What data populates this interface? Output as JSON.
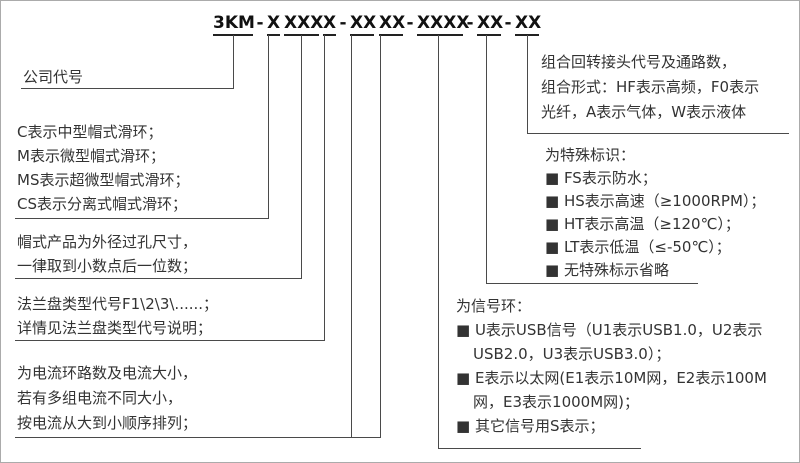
{
  "model_number": {
    "segments": [
      "3KM",
      "X",
      "XXX",
      "X",
      "XX",
      "XX",
      "XXXX",
      "XX",
      "XX"
    ],
    "separator": "-"
  },
  "annotations": {
    "company_code": {
      "lines": [
        "公司代号"
      ]
    },
    "cap_type": {
      "lines": [
        "C表示中型帽式滑环；",
        "M表示微型帽式滑环；",
        "MS表示超微型帽式滑环；",
        "CS表示分离式帽式滑环；"
      ]
    },
    "outer_diameter": {
      "lines": [
        "帽式产品为外径过孔尺寸，",
        "一律取到小数点后一位数；"
      ]
    },
    "flange_type": {
      "lines": [
        "法兰盘类型代号F1\\2\\3\\......；",
        "详情见法兰盘类型代号说明；"
      ]
    },
    "current_circuits": {
      "lines": [
        "为电流环路数及电流大小，",
        "若有多组电流不同大小，",
        "按电流从大到小顺序排列；"
      ]
    },
    "rotary_joint": {
      "lines": [
        "组合回转接头代号及通路数，",
        "组合形式：HF表示高频，F0表示",
        "光纤，A表示气体，W表示液体"
      ]
    },
    "special_marks": {
      "lines": [
        "为特殊标识：",
        "■ FS表示防水；",
        "■ HS表示高速（≥1000RPM）；",
        "■ HT表示高温（≥120℃）；",
        "■ LT表示低温（≤-50℃）；",
        "■ 无特殊标示省略"
      ]
    },
    "signal_rings": {
      "lines": [
        "为信号环：",
        "■ U表示USB信号（U1表示USB1.0，U2表示",
        "USB2.0，U3表示USB3.0）；",
        "■ E表示以太网(E1表示10M网，E2表示100M",
        "网，E3表示1000M网)；",
        "■ 其它信号用S表示；"
      ]
    }
  }
}
